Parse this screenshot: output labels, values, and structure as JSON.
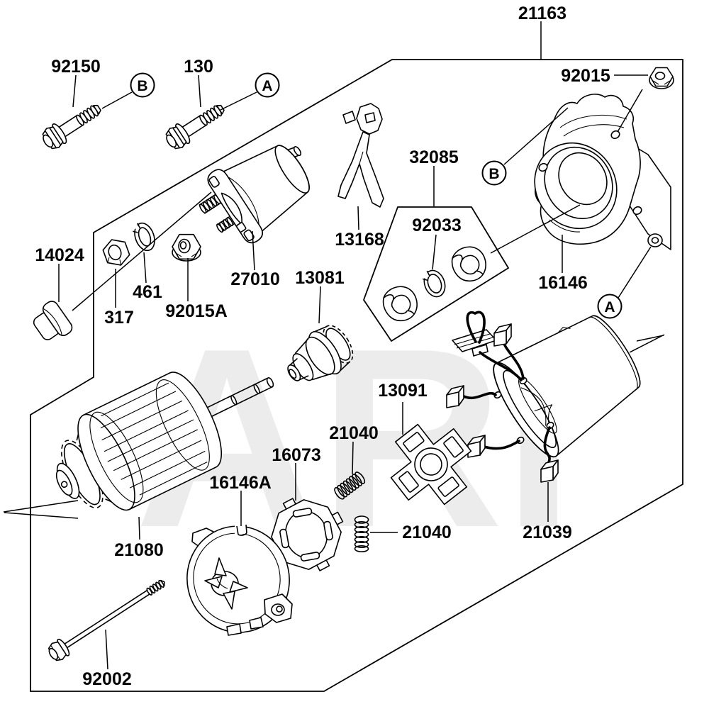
{
  "diagram": {
    "watermark": "ARI",
    "callouts": {
      "a": "A",
      "b": "B"
    },
    "labels": {
      "21163": "21163",
      "92150": "92150",
      "130": "130",
      "92015": "92015",
      "32085": "32085",
      "92033": "92033",
      "13168": "13168",
      "27010": "27010",
      "13081": "13081",
      "16146": "16146",
      "14024": "14024",
      "317": "317",
      "461": "461",
      "92015a": "92015A",
      "13091": "13091",
      "21040": "21040",
      "16073": "16073",
      "16146a": "16146A",
      "21039": "21039",
      "21080": "21080",
      "92002": "92002"
    }
  }
}
